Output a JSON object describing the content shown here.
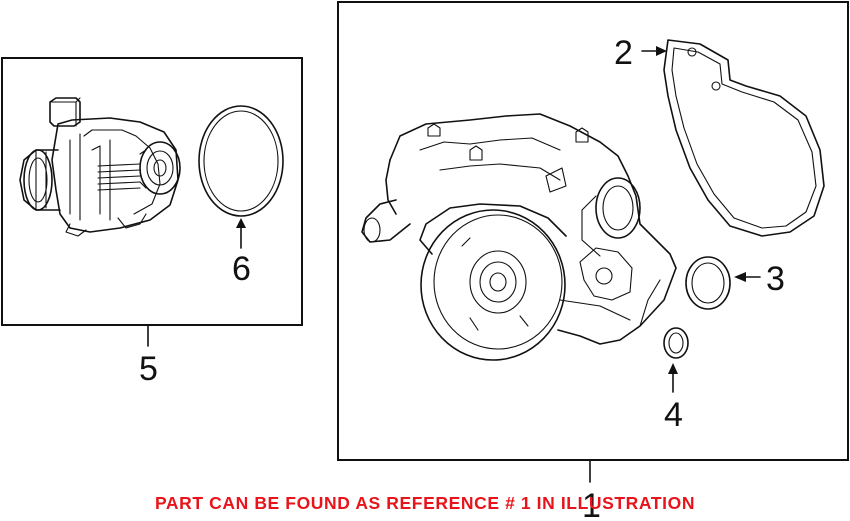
{
  "callouts": {
    "ref1": "1",
    "ref2": "2",
    "ref3": "3",
    "ref4": "4",
    "ref5": "5",
    "ref6": "6"
  },
  "notice": {
    "text": "PART CAN BE FOUND AS REFERENCE # 1 IN ILLUSTRATION",
    "color": "#e8141b"
  },
  "icons": [
    "thermostat-housing",
    "water-pump",
    "housing-gasket",
    "o-ring-seal"
  ]
}
